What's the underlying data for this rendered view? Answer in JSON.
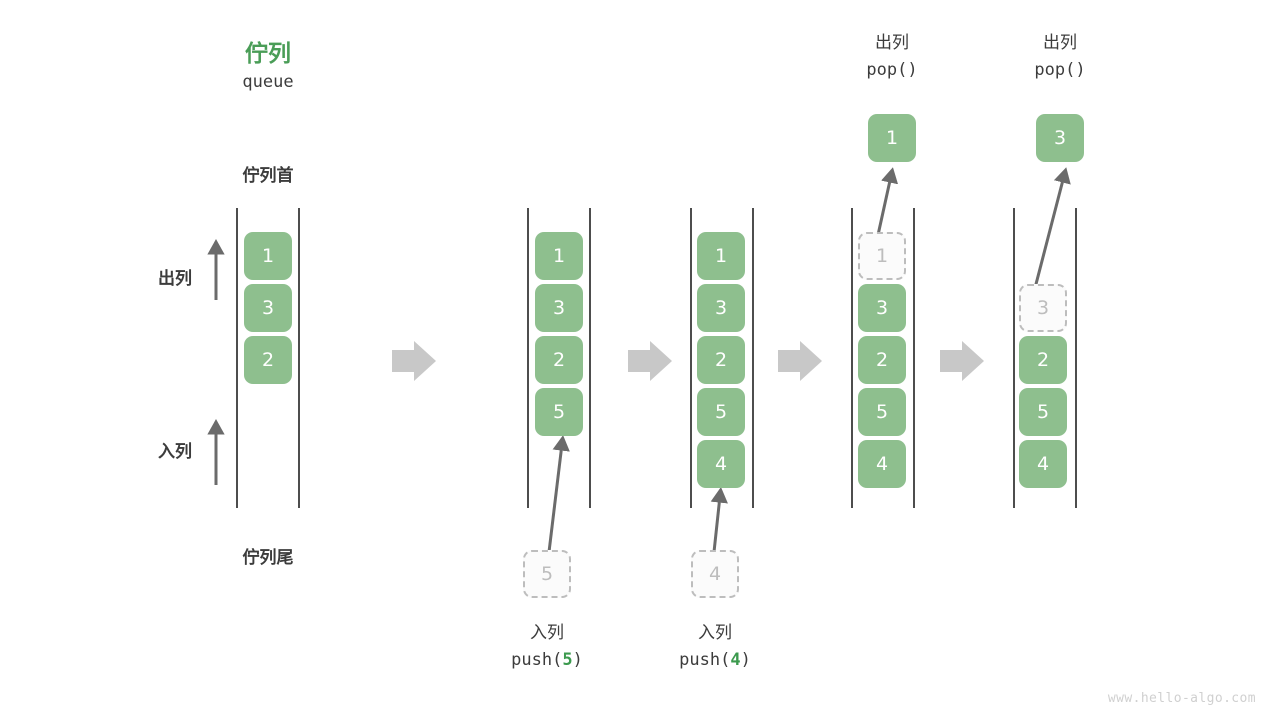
{
  "diagram": {
    "title_cn": "佇列",
    "title_en": "queue",
    "head_label": "佇列首",
    "tail_label": "佇列尾",
    "dequeue_label": "出列",
    "enqueue_label": "入列",
    "watermark": "www.hello-algo.com",
    "colors": {
      "element_fill": "#8ebf8e",
      "element_text": "#ffffff",
      "ghost_border": "#bdbdbd",
      "ghost_text": "#bdbdbd",
      "rail": "#4d4d4d",
      "arrow_gray": "#6b6b6b",
      "step_arrow": "#c8c8c8",
      "title_green": "#4a9d57",
      "code_number_green": "#3c9a4e",
      "text": "#3c3c3c"
    },
    "steps": [
      {
        "id": "initial",
        "caption_cn": "",
        "caption_code": "",
        "cells": [
          {
            "value": "1",
            "state": "filled",
            "slot": 0
          },
          {
            "value": "3",
            "state": "filled",
            "slot": 1
          },
          {
            "value": "2",
            "state": "filled",
            "slot": 2
          }
        ],
        "incoming": null,
        "outgoing": null
      },
      {
        "id": "push-5",
        "caption_cn": "入列",
        "caption_code": "push(5)",
        "caption_number": "5",
        "cells": [
          {
            "value": "1",
            "state": "filled",
            "slot": 0
          },
          {
            "value": "3",
            "state": "filled",
            "slot": 1
          },
          {
            "value": "2",
            "state": "filled",
            "slot": 2
          },
          {
            "value": "5",
            "state": "filled",
            "slot": 3
          }
        ],
        "incoming": {
          "value": "5",
          "state": "ghost"
        },
        "outgoing": null
      },
      {
        "id": "push-4",
        "caption_cn": "入列",
        "caption_code": "push(4)",
        "caption_number": "4",
        "cells": [
          {
            "value": "1",
            "state": "filled",
            "slot": 0
          },
          {
            "value": "3",
            "state": "filled",
            "slot": 1
          },
          {
            "value": "2",
            "state": "filled",
            "slot": 2
          },
          {
            "value": "5",
            "state": "filled",
            "slot": 3
          },
          {
            "value": "4",
            "state": "filled",
            "slot": 4
          }
        ],
        "incoming": {
          "value": "4",
          "state": "ghost"
        },
        "outgoing": null
      },
      {
        "id": "pop-1",
        "caption_cn": "出列",
        "caption_code": "pop()",
        "cells": [
          {
            "value": "1",
            "state": "ghost",
            "slot": 0
          },
          {
            "value": "3",
            "state": "filled",
            "slot": 1
          },
          {
            "value": "2",
            "state": "filled",
            "slot": 2
          },
          {
            "value": "5",
            "state": "filled",
            "slot": 3
          },
          {
            "value": "4",
            "state": "filled",
            "slot": 4
          }
        ],
        "incoming": null,
        "outgoing": {
          "value": "1",
          "state": "filled"
        }
      },
      {
        "id": "pop-3",
        "caption_cn": "出列",
        "caption_code": "pop()",
        "cells": [
          {
            "value": "3",
            "state": "ghost",
            "slot": 1
          },
          {
            "value": "2",
            "state": "filled",
            "slot": 2
          },
          {
            "value": "5",
            "state": "filled",
            "slot": 3
          },
          {
            "value": "4",
            "state": "filled",
            "slot": 4
          }
        ],
        "incoming": null,
        "outgoing": {
          "value": "3",
          "state": "filled"
        }
      }
    ]
  }
}
